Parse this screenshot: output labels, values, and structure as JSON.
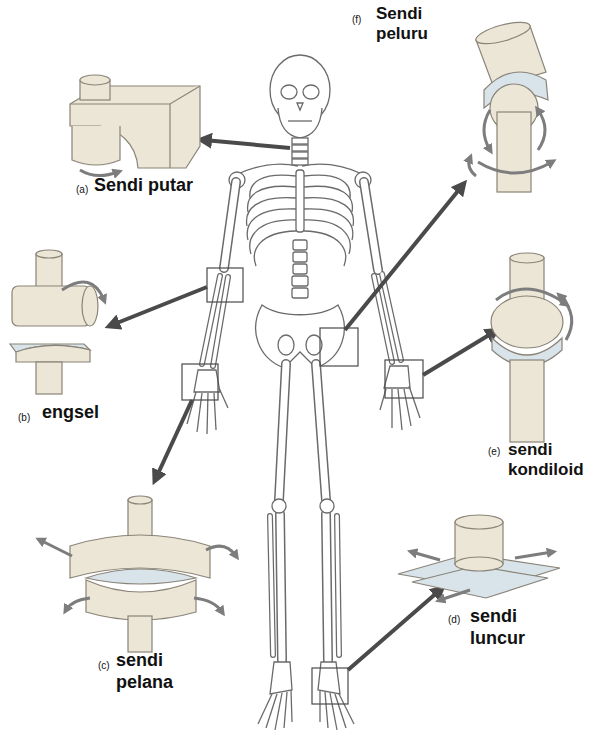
{
  "diagram": {
    "labels": [
      "(a)",
      "Sendi putar",
      "(b)",
      "engsel",
      "(c)",
      "sendi pelana",
      "(d)",
      "sendi luncur",
      "(e)",
      "sendi kondiloid",
      "(f)",
      "Sendi peluru"
    ]
  }
}
